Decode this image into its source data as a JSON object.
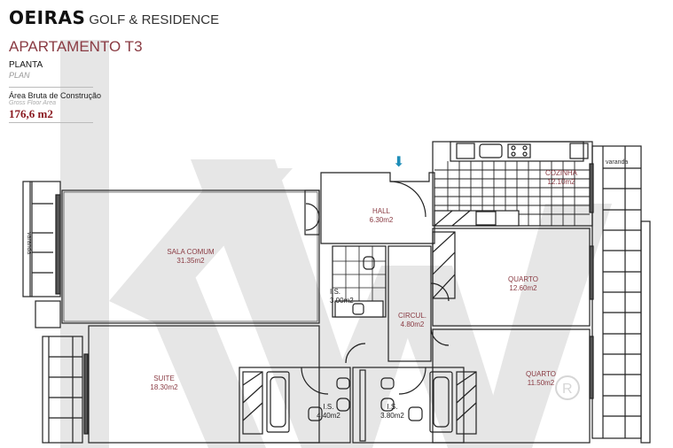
{
  "header": {
    "brand": "OEIRAS",
    "brand_sub": "GOLF & RESIDENCE",
    "apartment": "APARTAMENTO T3",
    "plan_label_pt": "PLANTA",
    "plan_label_en": "PLAN",
    "area_label_pt": "Área Bruta de Construção",
    "area_label_en": "Gross Floor Area",
    "area_value": "176,6 m2"
  },
  "rooms": [
    {
      "name": "SALA COMUM",
      "area": "31.35m2"
    },
    {
      "name": "HALL",
      "area": "6.30m2"
    },
    {
      "name": "COZINHA",
      "area": "12.10m2"
    },
    {
      "name": "QUARTO",
      "area": "12.60m2"
    },
    {
      "name": "I.S.",
      "area": "3.00m2"
    },
    {
      "name": "CIRCUL.",
      "area": "4.80m2"
    },
    {
      "name": "SUITE",
      "area": "18.30m2"
    },
    {
      "name": "QUARTO",
      "area": "11.50m2"
    },
    {
      "name": "I.S.",
      "area": "4.40m2"
    },
    {
      "name": "I.S.",
      "area": "3.80m2"
    }
  ],
  "labels": {
    "varanda_left": "varanda",
    "varanda_right": "varanda",
    "entrance_arrow": "arrow-down",
    "watermark": "KW",
    "registered": "®"
  },
  "colors": {
    "room_label": "#8a3b43",
    "accent_arrow": "#1e8db8",
    "watermark": "#e4e4e4"
  }
}
